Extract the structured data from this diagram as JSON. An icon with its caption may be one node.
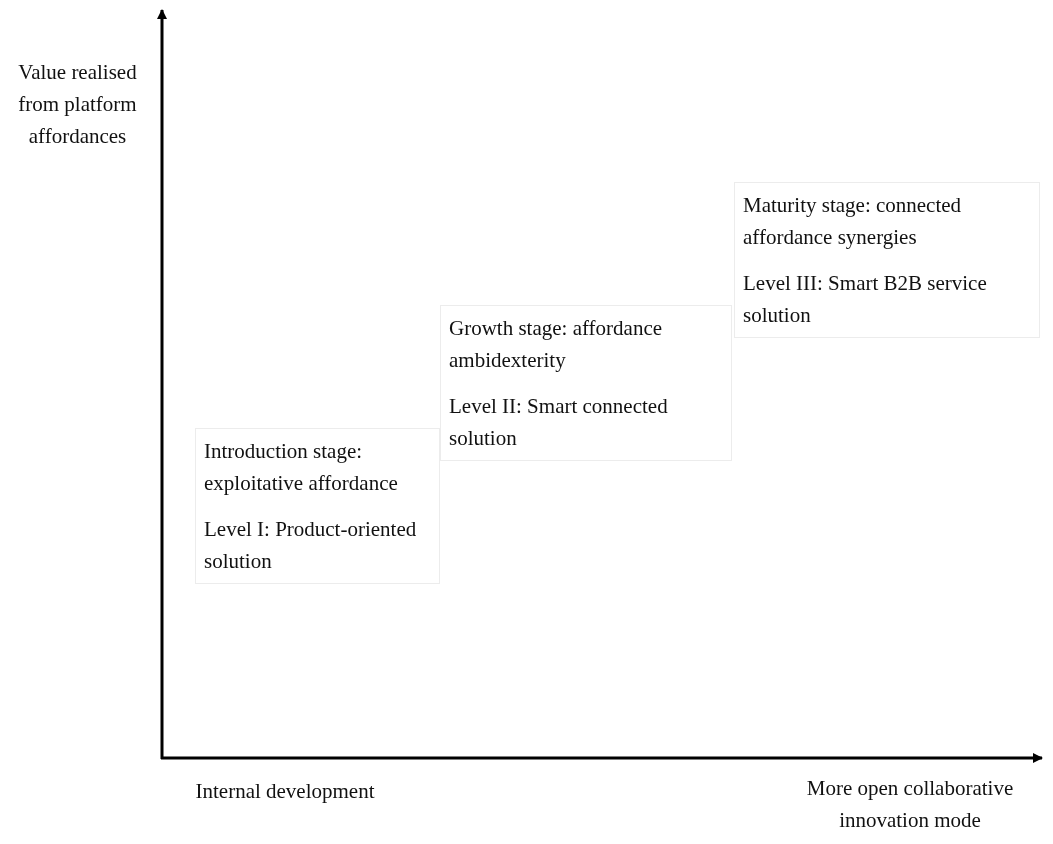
{
  "diagram": {
    "nodes": [
      {
        "text": [
          "Introduction stage: exploitative affordance",
          "Level I: Product-oriented solution"
        ]
      },
      {
        "text": [
          "Growth stage: affordance ambidexterity",
          "Level II: Smart connected solution"
        ]
      },
      {
        "text": [
          "Maturity stage: connected affordance synergies",
          "Level III: Smart B2B service solution"
        ]
      }
    ],
    "edges": [],
    "labels": [
      "Value realised from platform affordances",
      "Internal development",
      "More open collaborative innovation mode"
    ]
  }
}
